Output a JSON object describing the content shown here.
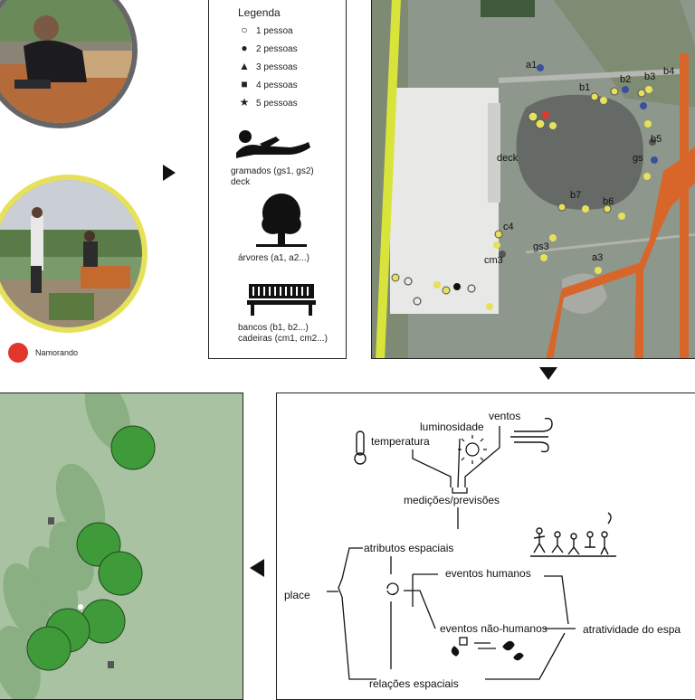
{
  "legend": {
    "title": "Legenda",
    "rows": [
      {
        "symbol": "○",
        "label": "1 pessoa"
      },
      {
        "symbol": "●",
        "label": "2 pessoas"
      },
      {
        "symbol": "▲",
        "label": "3 pessoas"
      },
      {
        "symbol": "■",
        "label": "4 pessoas"
      },
      {
        "symbol": "★",
        "label": "5 pessoas"
      }
    ],
    "lawn_caption_1": "gramados (gs1, gs2)",
    "lawn_caption_2": "deck",
    "tree_caption": "árvores (a1, a2...)",
    "bench_caption_1": "bancos (b1, b2...)",
    "bench_caption_2": "cadeiras (cm1, cm2...)"
  },
  "photos": {
    "red_dot_label": "Namorando"
  },
  "map": {
    "labels": {
      "a1": "a1",
      "b1": "b1",
      "b2": "b2",
      "b3": "b3",
      "b4": "b4",
      "b5": "b5",
      "gs": "gs",
      "deck": "deck",
      "b7": "b7",
      "b6": "b6",
      "c4": "c4",
      "cm3": "cm3",
      "gs3": "gs3",
      "a3": "a3"
    }
  },
  "diagram": {
    "ventos": "ventos",
    "luminosidade": "luminosidade",
    "temperatura": "temperatura",
    "medicoes": "medições/previsões",
    "atributos": "atributos espaciais",
    "eventos_humanos": "eventos humanos",
    "place": "place",
    "eventos_nao_humanos": "eventos não-humanos",
    "atratividade": "atratividade do espa",
    "relacoes": "relações espaciais"
  },
  "colors": {
    "red": "#e2352b",
    "yellow_ring": "#e7e05a",
    "dark_ring": "#666666",
    "map_orange": "#d8662a",
    "map_yellow": "#d9e43a",
    "tree_green": "#3f9a3a"
  }
}
